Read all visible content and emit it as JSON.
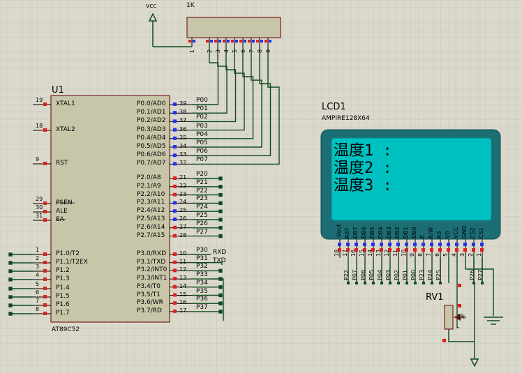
{
  "title": "",
  "colors": {
    "background": "#dad9cc",
    "grid": "#c8c7b8",
    "wire": "#0f4a1e",
    "body": "#c8c6a8",
    "body_outline": "#7a2020",
    "pin_red": "#e02020",
    "pin_blue": "#2233ee",
    "lcd_frame": "#1c6d74",
    "lcd_screen": "#00c1c1"
  },
  "power": {
    "vcc": "vcc"
  },
  "respack": {
    "label": "1K",
    "pins": [
      "1",
      "2",
      "3",
      "4",
      "5",
      "6",
      "7",
      "8",
      "9"
    ]
  },
  "mcu": {
    "ref": "U1",
    "part": "AT89C52",
    "left_pins": [
      {
        "num": "19",
        "name": "XTAL1"
      },
      {
        "num": "18",
        "name": "XTAL2"
      },
      {
        "num": "9",
        "name": "RST"
      },
      {
        "num": "29",
        "name": "PSEN"
      },
      {
        "num": "30",
        "name": "ALE"
      },
      {
        "num": "31",
        "name": "EA"
      },
      {
        "num": "1",
        "name": "P1.0/T2"
      },
      {
        "num": "2",
        "name": "P1.1/T2EX"
      },
      {
        "num": "3",
        "name": "P1.2"
      },
      {
        "num": "4",
        "name": "P1.3"
      },
      {
        "num": "5",
        "name": "P1.4"
      },
      {
        "num": "6",
        "name": "P1.5"
      },
      {
        "num": "7",
        "name": "P1.6"
      },
      {
        "num": "8",
        "name": "P1.7"
      }
    ],
    "right_pins": [
      {
        "num": "39",
        "name": "P0.0/AD0",
        "net": "P00"
      },
      {
        "num": "38",
        "name": "P0.1/AD1",
        "net": "P01"
      },
      {
        "num": "37",
        "name": "P0.2/AD2",
        "net": "P02"
      },
      {
        "num": "36",
        "name": "P0.3/AD3",
        "net": "P03"
      },
      {
        "num": "35",
        "name": "P0.4/AD4",
        "net": "P04"
      },
      {
        "num": "34",
        "name": "P0.5/AD5",
        "net": "P05"
      },
      {
        "num": "33",
        "name": "P0.6/AD6",
        "net": "P06"
      },
      {
        "num": "32",
        "name": "P0.7/AD7",
        "net": "P07"
      },
      {
        "num": "21",
        "name": "P2.0/A8",
        "net": "P20"
      },
      {
        "num": "22",
        "name": "P2.1/A9",
        "net": "P21"
      },
      {
        "num": "23",
        "name": "P2.2/A10",
        "net": "P22"
      },
      {
        "num": "24",
        "name": "P2.3/A11",
        "net": "P23"
      },
      {
        "num": "25",
        "name": "P2.4/A12",
        "net": "P24"
      },
      {
        "num": "26",
        "name": "P2.5/A13",
        "net": "P25"
      },
      {
        "num": "27",
        "name": "P2.6/A14",
        "net": "P26"
      },
      {
        "num": "28",
        "name": "P2.7/A15",
        "net": "P27"
      },
      {
        "num": "10",
        "name": "P3.0/RXD",
        "net": "P30"
      },
      {
        "num": "11",
        "name": "P3.1/TXD",
        "net": "P31"
      },
      {
        "num": "12",
        "name": "P3.2/INT0",
        "net": "P32"
      },
      {
        "num": "13",
        "name": "P3.3/INT1",
        "net": "P33"
      },
      {
        "num": "14",
        "name": "P3.4/T0",
        "net": "P34"
      },
      {
        "num": "15",
        "name": "P3.5/T1",
        "net": "P35"
      },
      {
        "num": "16",
        "name": "P3.6/WR",
        "net": "P36"
      },
      {
        "num": "17",
        "name": "P3.7/RD",
        "net": "P37"
      }
    ],
    "extra_labels": {
      "rxd": "RXD",
      "txd": "TXD"
    }
  },
  "lcd": {
    "ref": "LCD1",
    "part": "AMPIRE128X64",
    "lines": [
      "温度1 :",
      "温度2 :",
      "温度3 :"
    ],
    "pins": [
      {
        "num": "18",
        "name": "-Vout",
        "net": ""
      },
      {
        "num": "17",
        "name": "RST",
        "net": "P22"
      },
      {
        "num": "16",
        "name": "DB7",
        "net": "P07"
      },
      {
        "num": "15",
        "name": "DB6",
        "net": "P06"
      },
      {
        "num": "14",
        "name": "DB5",
        "net": "P05"
      },
      {
        "num": "13",
        "name": "DB4",
        "net": "P04"
      },
      {
        "num": "12",
        "name": "DB3",
        "net": "P03"
      },
      {
        "num": "11",
        "name": "DB2",
        "net": "P02"
      },
      {
        "num": "10",
        "name": "DB1",
        "net": "P01"
      },
      {
        "num": "9",
        "name": "DB0",
        "net": "P00"
      },
      {
        "num": "8",
        "name": "E",
        "net": "P23"
      },
      {
        "num": "7",
        "name": "R/W",
        "net": "P24"
      },
      {
        "num": "6",
        "name": "RS",
        "net": "P25"
      },
      {
        "num": "5",
        "name": "V0",
        "net": ""
      },
      {
        "num": "4",
        "name": "VCC",
        "net": ""
      },
      {
        "num": "3",
        "name": "GND",
        "net": ""
      },
      {
        "num": "2",
        "name": "CS2",
        "net": "P26"
      },
      {
        "num": "1",
        "name": "CS1",
        "net": "P27"
      }
    ]
  },
  "pot": {
    "ref": "RV1",
    "value": "1k"
  }
}
